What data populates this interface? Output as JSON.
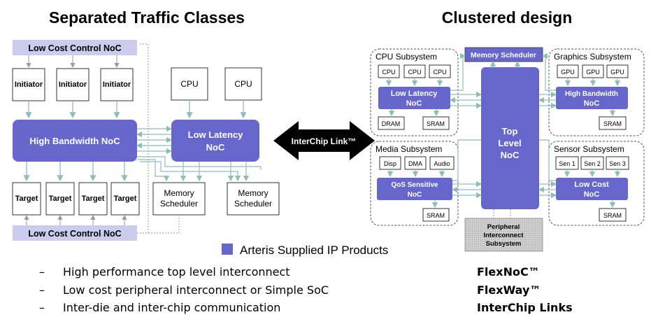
{
  "left": {
    "title": "Separated Traffic Classes",
    "control_noc_label": "Low Cost Control NoC",
    "initiator_label": "Initiator",
    "cpu_label": "CPU",
    "high_bandwidth_noc": "High Bandwidth NoC",
    "low_latency_noc": [
      "Low Latency",
      "NoC"
    ],
    "target_label": "Target",
    "memory_scheduler": [
      "Memory",
      "Scheduler"
    ]
  },
  "interchip": {
    "label": "InterChip Link™"
  },
  "right": {
    "title": "Clustered design",
    "memory_scheduler": "Memory Scheduler",
    "cpu_subsystem": {
      "title": "CPU Subsystem",
      "chips": [
        "CPU",
        "CPU",
        "CPU"
      ],
      "noc": [
        "Low Latency",
        "NoC"
      ],
      "dram": "DRAM",
      "sram": "SRAM"
    },
    "graphics_subsystem": {
      "title": "Graphics Subsystem",
      "chips": [
        "GPU",
        "GPU",
        "GPU"
      ],
      "noc": [
        "High Bandwidth",
        "NoC"
      ],
      "sram": "SRAM"
    },
    "top_level_noc": [
      "Top",
      "Level",
      "NoC"
    ],
    "media_subsystem": {
      "title": "Media Subsystem",
      "chips": [
        "Disp",
        "DMA",
        "Audio"
      ],
      "noc": [
        "QoS Sensitive",
        "NoC"
      ],
      "sram": "SRAM"
    },
    "sensor_subsystem": {
      "title": "Sensor Subsystem",
      "chips": [
        "Sen 1",
        "Sen 2",
        "Sen 3"
      ],
      "noc": [
        "Low Cost",
        "NoC"
      ],
      "sram": "SRAM"
    },
    "peripheral": [
      "Peripheral",
      "Interconnect",
      "Subsystem"
    ]
  },
  "legend": {
    "label": "Arteris Supplied IP Products",
    "color": "#6666cc"
  },
  "bullets": [
    "High performance top level interconnect",
    "Low cost peripheral interconnect or Simple SoC",
    "Inter-die and inter-chip communication"
  ],
  "products": [
    "FlexNoC™",
    "FlexWay™",
    "InterChip Links"
  ],
  "colors": {
    "noc": "#6666cc",
    "noc_light": "#ccccee",
    "arrow": "#99cccc",
    "text_on_noc": "#ffffff"
  }
}
